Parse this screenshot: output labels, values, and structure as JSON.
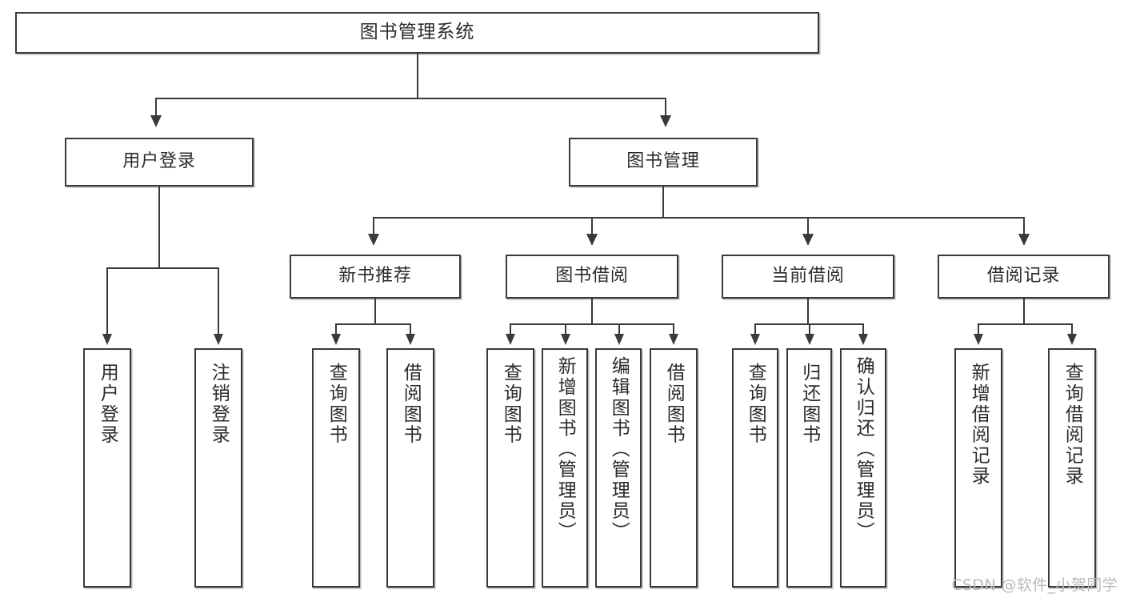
{
  "diagram": {
    "title": "图书管理系统",
    "type": "tree",
    "colors": {
      "background": "#ffffff",
      "box_border": "#3a3a3a",
      "box_fill": "#ffffff",
      "text": "#2b2b2b",
      "connector": "#3a3a3a",
      "watermark": "#b9b9b9"
    },
    "levels": {
      "root": {
        "label": "图书管理系统"
      },
      "level2": [
        {
          "label": "用户登录"
        },
        {
          "label": "图书管理"
        }
      ],
      "level3": [
        {
          "label": "新书推荐"
        },
        {
          "label": "图书借阅"
        },
        {
          "label": "当前借阅"
        },
        {
          "label": "借阅记录"
        }
      ],
      "leaves": {
        "user_login": [
          {
            "label": "用户登录"
          },
          {
            "label": "注销登录"
          }
        ],
        "new_book_recommend": [
          {
            "label": "查询图书"
          },
          {
            "label": "借阅图书"
          }
        ],
        "book_borrow": [
          {
            "label": "查询图书"
          },
          {
            "label": "新增图书（管理员）"
          },
          {
            "label": "编辑图书（管理员）"
          },
          {
            "label": "借阅图书"
          }
        ],
        "current_borrow": [
          {
            "label": "查询图书"
          },
          {
            "label": "归还图书"
          },
          {
            "label": "确认归还（管理员）"
          }
        ],
        "borrow_record": [
          {
            "label": "新增借阅记录"
          },
          {
            "label": "查询借阅记录"
          }
        ]
      }
    }
  },
  "watermark": {
    "text": "CSDN @软件_小贺同学"
  }
}
